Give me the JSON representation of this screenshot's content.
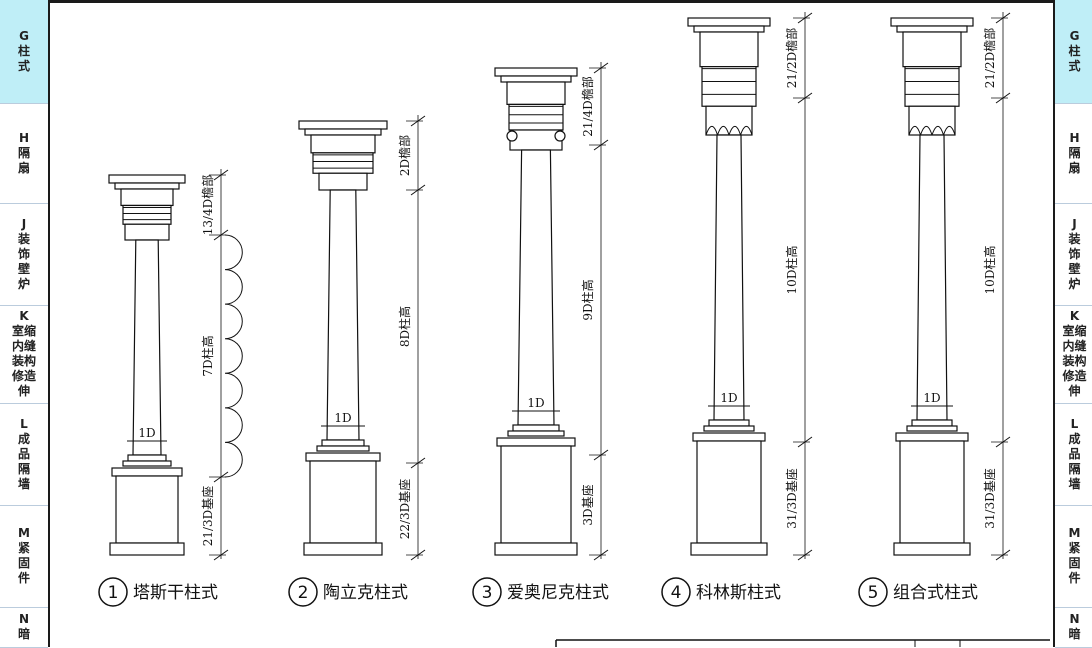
{
  "left_tabs": [
    {
      "letter": "G",
      "text": "柱\n式",
      "active": true
    },
    {
      "letter": "H",
      "text": "隔\n扇",
      "active": false
    },
    {
      "letter": "J",
      "text": "装\n饰\n壁\n炉",
      "active": false
    },
    {
      "letter": "K",
      "text": "室缩\n内缝\n装构\n修造\n伸",
      "active": false
    },
    {
      "letter": "L",
      "text": "成\n品\n隔\n墙",
      "active": false
    },
    {
      "letter": "M",
      "text": "紧\n固\n件",
      "active": false
    },
    {
      "letter": "N",
      "text": "暗",
      "active": false
    }
  ],
  "right_tabs": [
    {
      "letter": "G",
      "text": "柱\n式",
      "active": true
    },
    {
      "letter": "H",
      "text": "隔\n扇",
      "active": false
    },
    {
      "letter": "J",
      "text": "装\n饰\n壁\n炉",
      "active": false
    },
    {
      "letter": "K",
      "text": "室缩\n内缝\n装构\n修造\n伸",
      "active": false
    },
    {
      "letter": "L",
      "text": "成\n品\n隔\n墙",
      "active": false
    },
    {
      "letter": "M",
      "text": "紧\n固\n件",
      "active": false
    },
    {
      "letter": "N",
      "text": "暗",
      "active": false
    }
  ],
  "orders": [
    {
      "num": "1",
      "name": "塔斯干柱式",
      "entablature": "13/4D檐部",
      "shaft": "7D柱高",
      "base": "21/3D基座",
      "diameter": "1D"
    },
    {
      "num": "2",
      "name": "陶立克柱式",
      "entablature": "2D檐部",
      "shaft": "8D柱高",
      "base": "22/3D基座",
      "diameter": "1D"
    },
    {
      "num": "3",
      "name": "爱奥尼克柱式",
      "entablature": "21/4D檐部",
      "shaft": "9D柱高",
      "base": "3D基座",
      "diameter": "1D"
    },
    {
      "num": "4",
      "name": "科林斯柱式",
      "entablature": "21/2D檐部",
      "shaft": "10D柱高",
      "base": "31/3D基座",
      "diameter": "1D"
    },
    {
      "num": "5",
      "name": "组合式柱式",
      "entablature": "21/2D檐部",
      "shaft": "10D柱高",
      "base": "31/3D基座",
      "diameter": "1D"
    }
  ]
}
